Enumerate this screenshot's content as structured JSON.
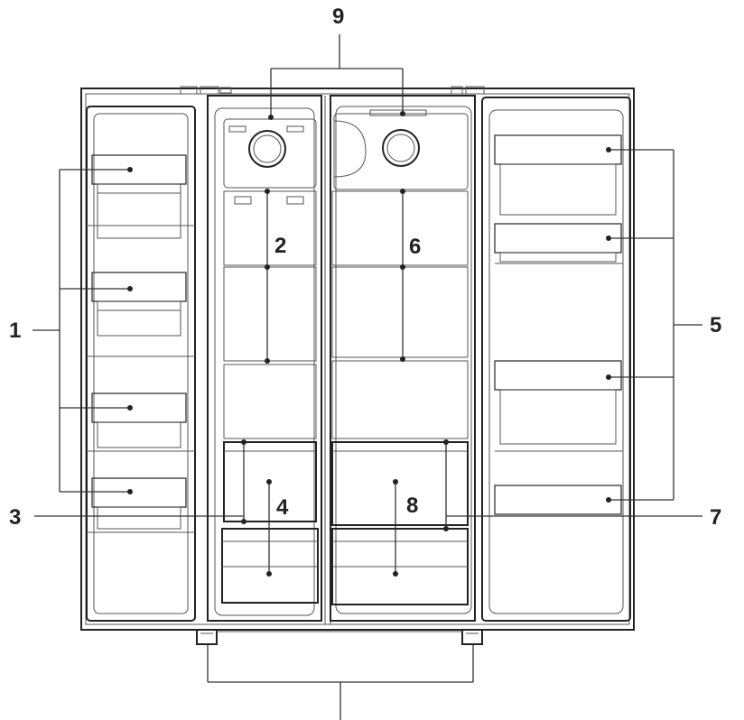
{
  "diagram": {
    "callouts": [
      {
        "id": "c1",
        "number": "1"
      },
      {
        "id": "c2",
        "number": "2"
      },
      {
        "id": "c3",
        "number": "3"
      },
      {
        "id": "c4",
        "number": "4"
      },
      {
        "id": "c5",
        "number": "5"
      },
      {
        "id": "c6",
        "number": "6"
      },
      {
        "id": "c7",
        "number": "7"
      },
      {
        "id": "c8",
        "number": "8"
      },
      {
        "id": "c9",
        "number": "9"
      }
    ]
  }
}
